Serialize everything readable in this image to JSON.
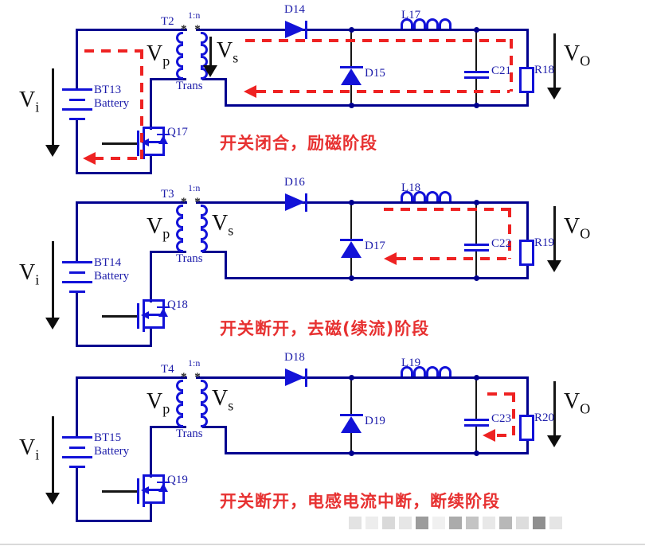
{
  "colors": {
    "wire": "#00008f",
    "component": "#1212d8",
    "component_label": "#1d1daa",
    "current_path": "#ee2222",
    "caption": "#e73131",
    "text": "#0d0d0d"
  },
  "circuits": [
    {
      "transformer": {
        "name": "T2",
        "ratio": "1:n",
        "polarity_marks": "* *",
        "label": "Trans"
      },
      "primary_voltage": {
        "main": "V",
        "sub": "p"
      },
      "secondary_voltage": {
        "main": "V",
        "sub": "s"
      },
      "input_voltage": {
        "main": "V",
        "sub": "i"
      },
      "output_voltage": {
        "main": "V",
        "sub": "O"
      },
      "battery": {
        "name": "BT13",
        "type": "Battery"
      },
      "mosfet": "Q17",
      "rectifier_diode": "D14",
      "freewheel_diode": "D15",
      "inductor": "L17",
      "capacitor": "C21",
      "resistor": "R18",
      "caption": "开关闭合，励磁阶段"
    },
    {
      "transformer": {
        "name": "T3",
        "ratio": "1:n",
        "polarity_marks": "* *",
        "label": "Trans"
      },
      "primary_voltage": {
        "main": "V",
        "sub": "p"
      },
      "secondary_voltage": {
        "main": "V",
        "sub": "s"
      },
      "input_voltage": {
        "main": "V",
        "sub": "i"
      },
      "output_voltage": {
        "main": "V",
        "sub": "O"
      },
      "battery": {
        "name": "BT14",
        "type": "Battery"
      },
      "mosfet": "Q18",
      "rectifier_diode": "D16",
      "freewheel_diode": "D17",
      "inductor": "L18",
      "capacitor": "C22",
      "resistor": "R19",
      "caption": "开关断开，去磁(续流)阶段"
    },
    {
      "transformer": {
        "name": "T4",
        "ratio": "1:n",
        "polarity_marks": "* *",
        "label": "Trans"
      },
      "primary_voltage": {
        "main": "V",
        "sub": "p"
      },
      "secondary_voltage": {
        "main": "V",
        "sub": "s"
      },
      "input_voltage": {
        "main": "V",
        "sub": "i"
      },
      "output_voltage": {
        "main": "V",
        "sub": "O"
      },
      "battery": {
        "name": "BT15",
        "type": "Battery"
      },
      "mosfet": "Q19",
      "rectifier_diode": "D18",
      "freewheel_diode": "D19",
      "inductor": "L19",
      "capacitor": "C23",
      "resistor": "R20",
      "caption": "开关断开，电感电流中断，断续阶段"
    }
  ],
  "watermark": {
    "blocks": [
      "#e3e3e3",
      "#ededed",
      "#d9d9d9",
      "#e6e6e6",
      "#9c9c9c",
      "#f0f0f0",
      "#ababab",
      "#c4c4c4",
      "#e8e8e8",
      "#b8b8b8",
      "#dddddd",
      "#8f8f8f",
      "#e5e5e5"
    ]
  }
}
